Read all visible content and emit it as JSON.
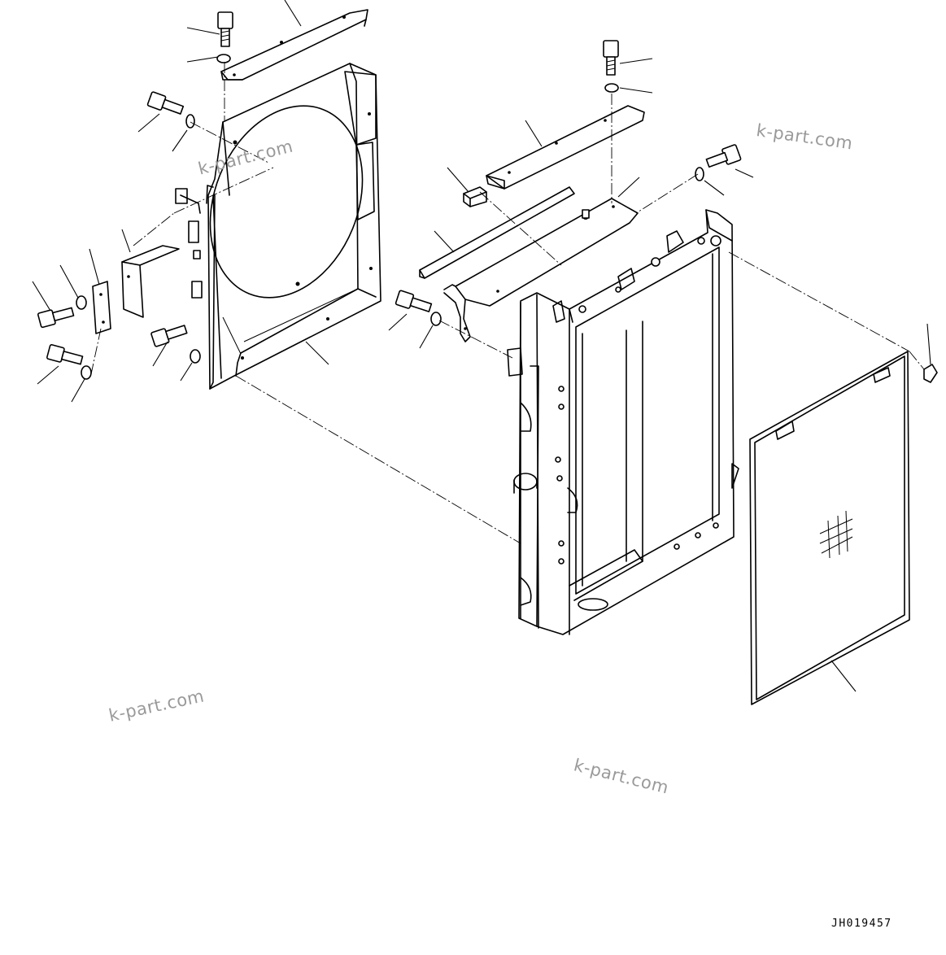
{
  "watermark": {
    "text_1": "k-part.com",
    "text_2": "k-part.com",
    "text_3": "k-part.com",
    "text_4": "k-part.com"
  },
  "drawing_code": "JH019457",
  "colors": {
    "line": "#000000",
    "watermark": "#9a9a9a",
    "background": "#ffffff"
  }
}
